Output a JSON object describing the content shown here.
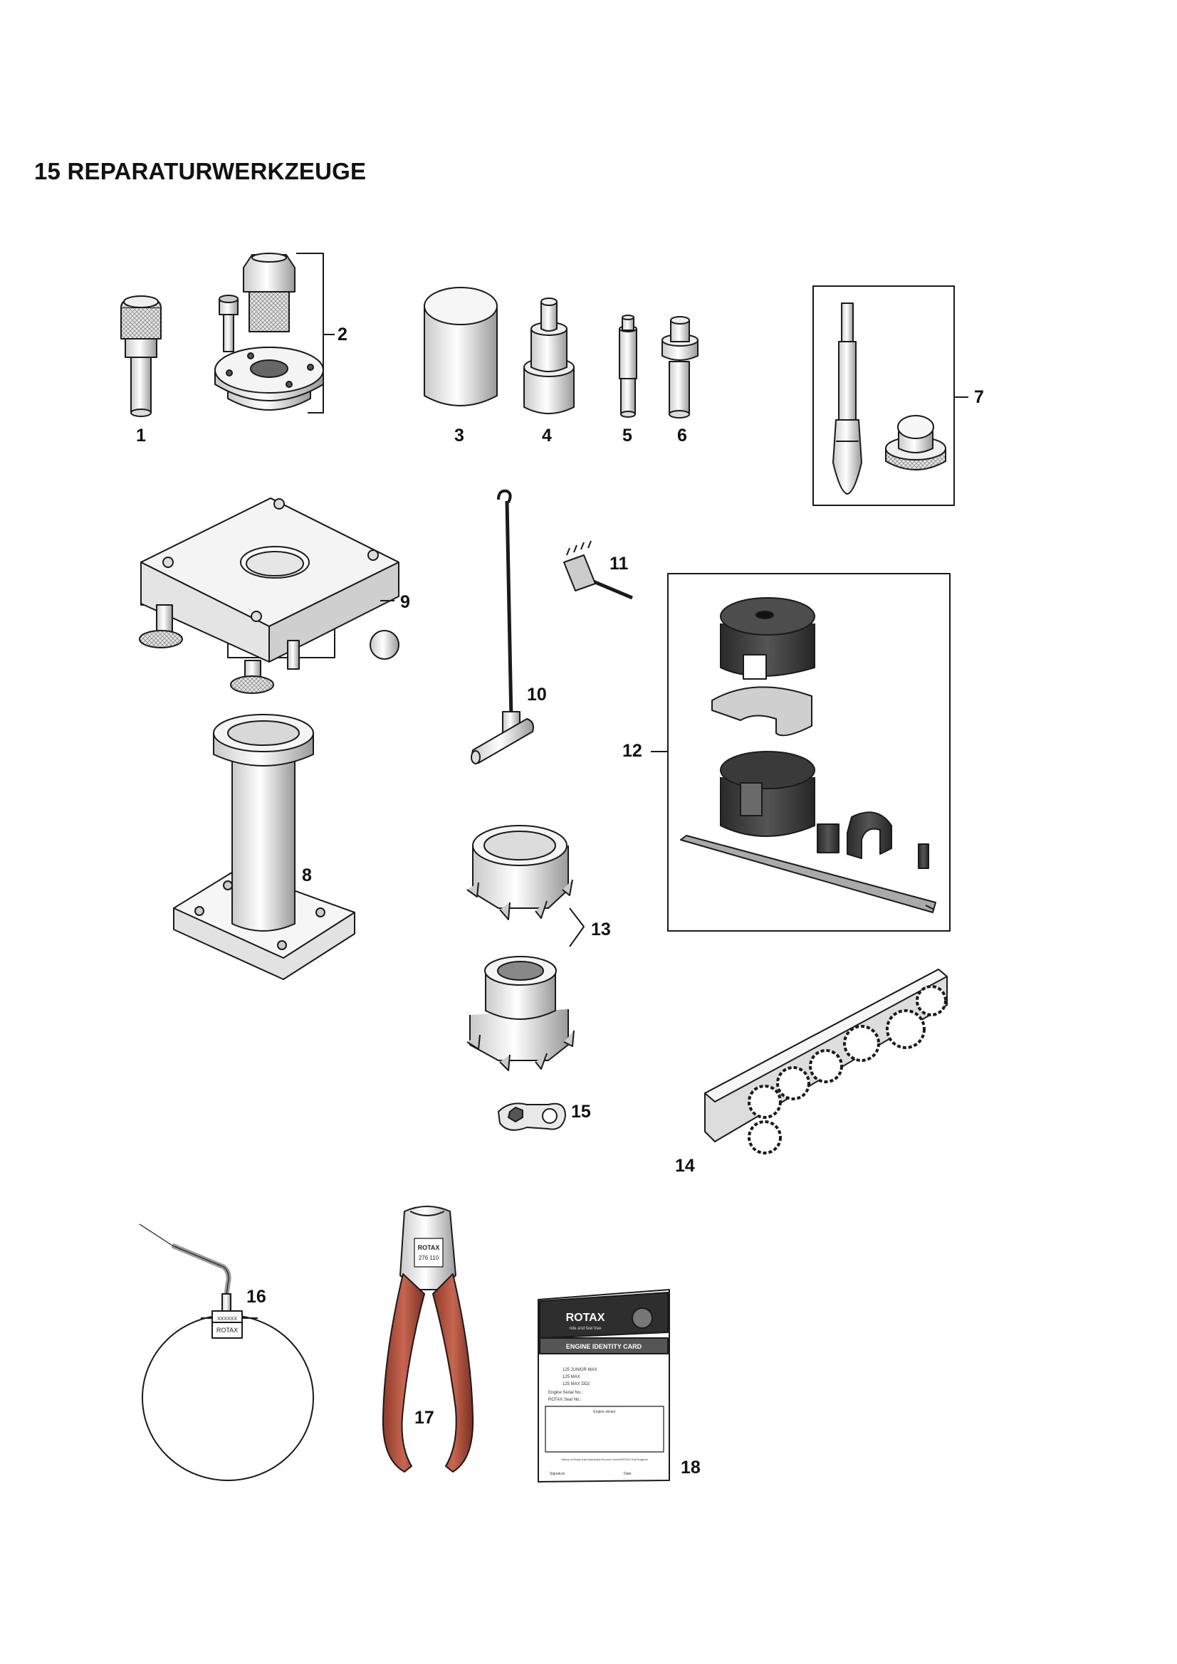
{
  "page": {
    "title": "15 REPARATURWERKZEUGE"
  },
  "callouts": [
    "1",
    "2",
    "3",
    "4",
    "5",
    "6",
    "7",
    "8",
    "9",
    "10",
    "11",
    "12",
    "13",
    "14",
    "15",
    "16",
    "17",
    "18"
  ],
  "seal_text": {
    "line1": "XXXXXX",
    "line2": "ROTAX"
  },
  "pliers_label": {
    "line1": "ROTAX",
    "line2": "276 110"
  },
  "identity_card": {
    "brand": "ROTAX",
    "subtitle": "ride and feel free",
    "heading": "ENGINE IDENTITY CARD",
    "options": [
      "125 JUNIOR MAX",
      "125 MAX",
      "125 MAX DD2"
    ],
    "serial_label": "Engine Serial No.:",
    "seal_label": "ROTAX Seal No.:",
    "box_label": "Engine sticker",
    "footer_note": "Stamp of Rotax Kart Distributor/Service Center/ROTAX Kart Engines",
    "signature_label": "Signature",
    "date_label": "Date"
  },
  "colors": {
    "line": "#1a1a1a",
    "dark_part": "#3a3a3a",
    "grey_part": "#8a8a8a",
    "light_part": "#d9d9d9",
    "pliers_handle": "#b04a35",
    "card_header": "#2e2e2e"
  }
}
